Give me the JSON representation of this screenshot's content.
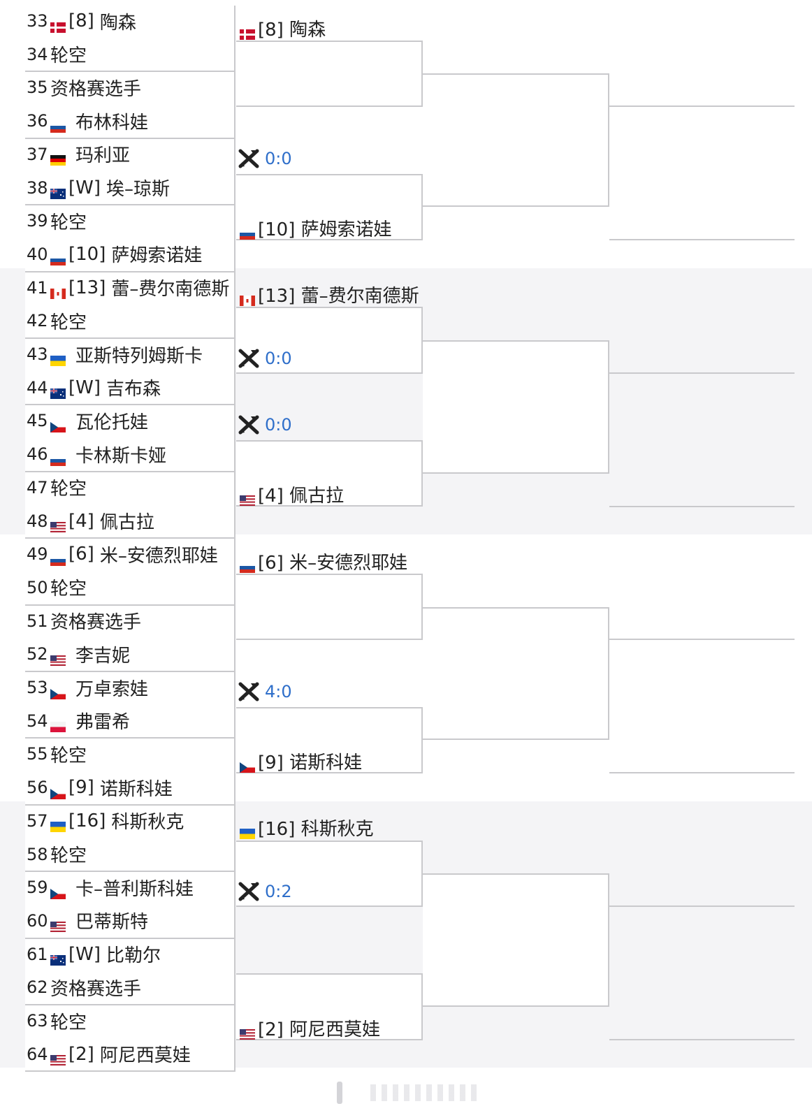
{
  "round1": [
    {
      "no": "33",
      "flag": "dk",
      "seed": "[8]",
      "name": "陶森"
    },
    {
      "no": "34",
      "flag": "",
      "seed": "",
      "name": "轮空"
    },
    {
      "no": "35",
      "flag": "",
      "seed": "",
      "name": "资格赛选手"
    },
    {
      "no": "36",
      "flag": "ru",
      "seed": "",
      "name": "布林科娃"
    },
    {
      "no": "37",
      "flag": "de",
      "seed": "",
      "name": "玛利亚"
    },
    {
      "no": "38",
      "flag": "au",
      "seed": "[W]",
      "name": "埃–琼斯"
    },
    {
      "no": "39",
      "flag": "",
      "seed": "",
      "name": "轮空"
    },
    {
      "no": "40",
      "flag": "ru",
      "seed": "[10]",
      "name": "萨姆索诺娃"
    },
    {
      "no": "41",
      "flag": "ca",
      "seed": "[13]",
      "name": "蕾–费尔南德斯"
    },
    {
      "no": "42",
      "flag": "",
      "seed": "",
      "name": "轮空"
    },
    {
      "no": "43",
      "flag": "ua",
      "seed": "",
      "name": "亚斯特列姆斯卡"
    },
    {
      "no": "44",
      "flag": "au",
      "seed": "[W]",
      "name": "吉布森"
    },
    {
      "no": "45",
      "flag": "cz",
      "seed": "",
      "name": "瓦伦托娃"
    },
    {
      "no": "46",
      "flag": "ru",
      "seed": "",
      "name": "卡林斯卡娅"
    },
    {
      "no": "47",
      "flag": "",
      "seed": "",
      "name": "轮空"
    },
    {
      "no": "48",
      "flag": "us",
      "seed": "[4]",
      "name": "佩古拉"
    },
    {
      "no": "49",
      "flag": "ru",
      "seed": "[6]",
      "name": "米–安德烈耶娃"
    },
    {
      "no": "50",
      "flag": "",
      "seed": "",
      "name": "轮空"
    },
    {
      "no": "51",
      "flag": "",
      "seed": "",
      "name": "资格赛选手"
    },
    {
      "no": "52",
      "flag": "us",
      "seed": "",
      "name": "李吉妮"
    },
    {
      "no": "53",
      "flag": "cz",
      "seed": "",
      "name": "万卓索娃"
    },
    {
      "no": "54",
      "flag": "pl",
      "seed": "",
      "name": "弗雷希"
    },
    {
      "no": "55",
      "flag": "",
      "seed": "",
      "name": "轮空"
    },
    {
      "no": "56",
      "flag": "cz",
      "seed": "[9]",
      "name": "诺斯科娃"
    },
    {
      "no": "57",
      "flag": "ua",
      "seed": "[16]",
      "name": "科斯秋克"
    },
    {
      "no": "58",
      "flag": "",
      "seed": "",
      "name": "轮空"
    },
    {
      "no": "59",
      "flag": "cz",
      "seed": "",
      "name": "卡–普利斯科娃"
    },
    {
      "no": "60",
      "flag": "us",
      "seed": "",
      "name": "巴蒂斯特"
    },
    {
      "no": "61",
      "flag": "au",
      "seed": "[W]",
      "name": "比勒尔"
    },
    {
      "no": "62",
      "flag": "",
      "seed": "",
      "name": "资格赛选手"
    },
    {
      "no": "63",
      "flag": "",
      "seed": "",
      "name": "轮空"
    },
    {
      "no": "64",
      "flag": "us",
      "seed": "[2]",
      "name": "阿尼西莫娃"
    }
  ],
  "round2": [
    {
      "type": "player",
      "flag": "dk",
      "label": "[8] 陶森"
    },
    {
      "type": "empty"
    },
    {
      "type": "score",
      "label": "0:0"
    },
    {
      "type": "player",
      "flag": "ru",
      "label": "[10] 萨姆索诺娃"
    },
    {
      "type": "player",
      "flag": "ca",
      "label": "[13] 蕾–费尔南德斯"
    },
    {
      "type": "score",
      "label": "0:0"
    },
    {
      "type": "score",
      "label": "0:0"
    },
    {
      "type": "player",
      "flag": "us",
      "label": "[4] 佩古拉"
    },
    {
      "type": "player",
      "flag": "ru",
      "label": "[6] 米–安德烈耶娃"
    },
    {
      "type": "empty"
    },
    {
      "type": "score",
      "label": "4:0"
    },
    {
      "type": "player",
      "flag": "cz",
      "label": "[9] 诺斯科娃"
    },
    {
      "type": "player",
      "flag": "ua",
      "label": "[16] 科斯秋克"
    },
    {
      "type": "score",
      "label": "0:2"
    },
    {
      "type": "empty"
    },
    {
      "type": "player",
      "flag": "us",
      "label": "[2] 阿尼西莫娃"
    }
  ],
  "colors": {
    "score": "#2f6fca",
    "line": "#c9c9cc",
    "band": "#f4f4f6"
  }
}
